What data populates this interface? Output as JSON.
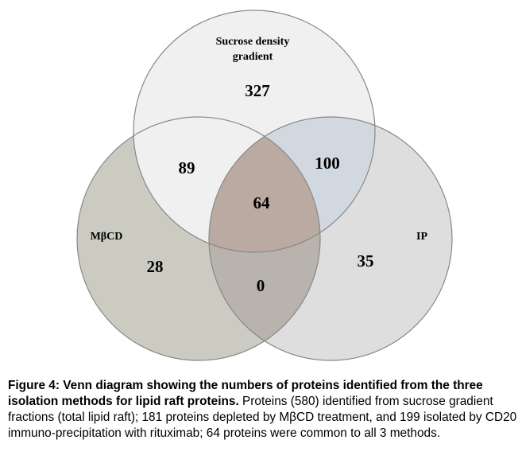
{
  "diagram": {
    "sets": [
      {
        "label_lines": [
          "Sucrose density",
          "gradient"
        ],
        "fill": "#f0f0f0"
      },
      {
        "label_lines": [
          "MβCD"
        ],
        "fill": "#cbcbc1"
      },
      {
        "label_lines": [
          "IP"
        ],
        "fill": "#dedede"
      }
    ],
    "regions": {
      "sucrose_only": "327",
      "sucrose_mbcd": "89",
      "sucrose_ip": "100",
      "all_three": "64",
      "mbcd_only": "28",
      "ip_only": "35",
      "mbcd_ip": "0"
    },
    "stroke_color": "#888888",
    "region_colors": {
      "sucrose_ip": "#d2d8e0",
      "all_three": "#baaaa2",
      "mbcd_ip": "#b8b3ac"
    }
  },
  "caption": {
    "bold": "Figure 4: Venn diagram showing the numbers of proteins identified from the three isolation methods for lipid raft proteins.",
    "text": "Proteins (580) identified from sucrose gradient fractions (total lipid raft); 181 proteins depleted by MβCD treatment, and 199 isolated by CD20 immuno-precipitation with rituximab; 64 proteins were common to all 3 methods."
  }
}
